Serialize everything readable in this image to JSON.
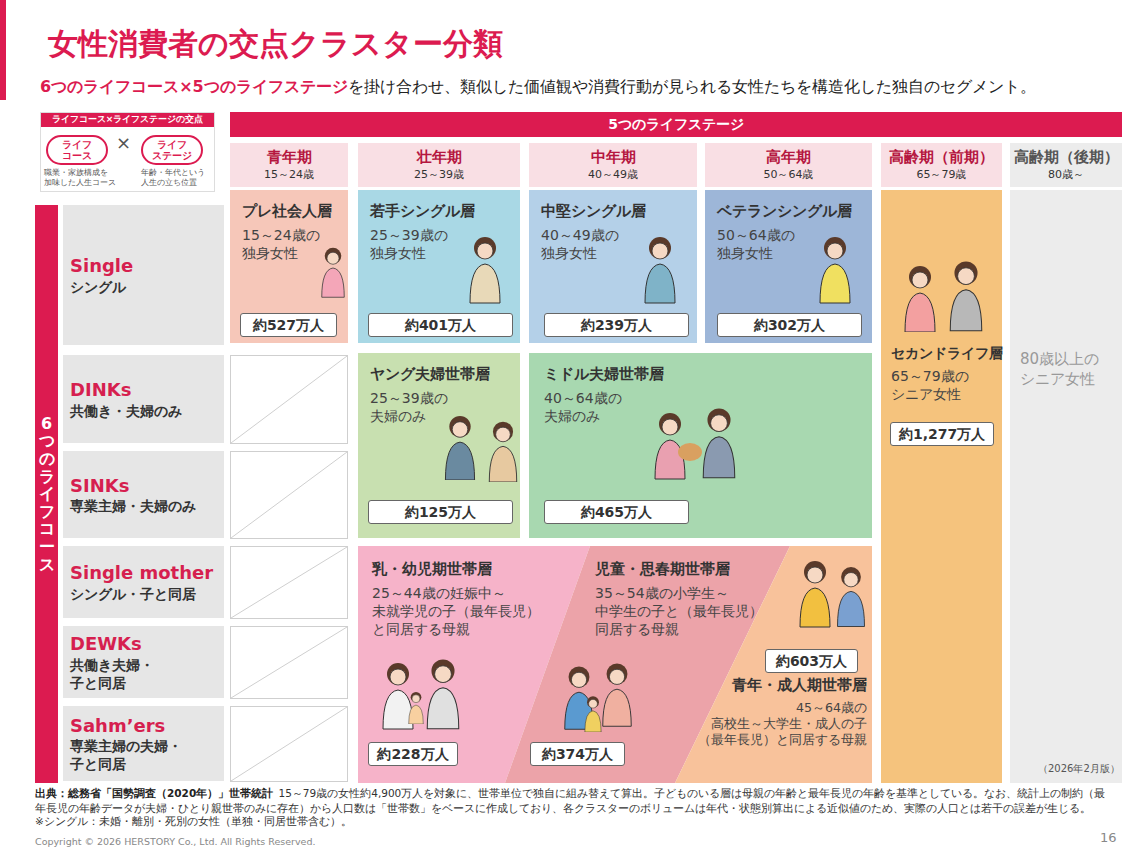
{
  "diagram": {
    "title": "女性消費者の交点クラスター分類",
    "nodes": [
      {
        "text": [
          "ライフコース×ライフステージの交点"
        ]
      },
      {
        "text": [
          "ライフ コース",
          "職業・家族構成を 加味した人生コース"
        ],
        "in": 0
      },
      {
        "text": [
          "ライフ ステージ",
          "年齢・年代という 人生の立ち位置"
        ],
        "in": 0
      },
      {
        "text": [
          "5つのライフステージ"
        ]
      },
      {
        "text": [
          "青年期",
          "15～24歳"
        ]
      },
      {
        "text": [
          "壮年期",
          "25～39歳"
        ]
      },
      {
        "text": [
          "中年期",
          "40～49歳"
        ]
      },
      {
        "text": [
          "高年期",
          "50～64歳"
        ]
      },
      {
        "text": [
          "高齢期（前期）",
          "65～79歳"
        ]
      },
      {
        "text": [
          "高齢期（後期）",
          "80歳～"
        ]
      },
      {
        "text": [
          "6つのライフコース"
        ]
      },
      {
        "text": [
          "Single",
          "シングル"
        ]
      },
      {
        "text": [
          "DINKs",
          "共働き・夫婦のみ"
        ]
      },
      {
        "text": [
          "SINKs",
          "専業主婦・夫婦のみ"
        ]
      },
      {
        "text": [
          "Single mother",
          "シングル・子と同居"
        ]
      },
      {
        "text": [
          "DEWKs",
          "共働き夫婦・ 子と同居"
        ]
      },
      {
        "text": [
          "Sahm’ers",
          "専業主婦の夫婦・ 子と同居"
        ]
      },
      {
        "text": [
          "プレ社会人層",
          "15～24歳の 独身女性"
        ]
      },
      {
        "text": [
          "約527万人"
        ],
        "in": 17
      },
      {
        "text": [
          "若手シングル層",
          "25～39歳の 独身女性"
        ]
      },
      {
        "text": [
          "約401万人"
        ],
        "in": 19
      },
      {
        "text": [
          "中堅シングル層",
          "40～49歳の 独身女性"
        ]
      },
      {
        "text": [
          "約239万人"
        ],
        "in": 21
      },
      {
        "text": [
          "ベテランシングル層",
          "50～64歳の 独身女性"
        ]
      },
      {
        "text": [
          "約302万人"
        ],
        "in": 23
      },
      {
        "text": [
          "セカンドライフ層",
          "65～79歳の シニア女性"
        ]
      },
      {
        "text": [
          "約1,277万人"
        ],
        "in": 25
      },
      {
        "text": [
          "80歳以上の シニア女性"
        ]
      },
      {
        "text": [
          "ヤング夫婦世帯層",
          "25～39歳の 夫婦のみ"
        ]
      },
      {
        "text": [
          "約125万人"
        ],
        "in": 28
      },
      {
        "text": [
          "ミドル夫婦世帯層",
          "40～64歳の 夫婦のみ"
        ]
      },
      {
        "text": [
          "約465万人"
        ],
        "in": 30
      },
      {
        "text": [
          "乳・幼児期世帯層",
          "25～44歳の妊娠中～ 未就学児の子（最年長児） と同居する母親"
        ]
      },
      {
        "text": [
          "約228万人"
        ],
        "in": 32
      },
      {
        "text": [
          "児童・思春期世帯層",
          "35～54歳の小学生～ 中学生の子と（最年長児） 同居する母親"
        ]
      },
      {
        "text": [
          "約374万人"
        ],
        "in": 34
      },
      {
        "text": [
          "青年・成人期世帯層",
          "45～64歳の 高校生～大学生・成人の子 （最年長児）と同居する母親"
        ]
      },
      {
        "text": [
          "約603万人"
        ],
        "in": 36
      }
    ],
    "labels": [
      "6つのライフコース×5つのライフステージ",
      "を掛け合わせ、類似した価値観や消費行動が見られる女性たちを構造化した独自のセグメント。",
      "×",
      "（2026年2月版）",
      "出典：総務省「国勢調査（2020年）」世帯統計",
      "15～79歳の女性約4,900万人を対象に、世帯単位で独自に組み替えて算出。子どものいる層は母親の年齢と最年長児の年齢を基準としている。なお、統計上の制約（最年長児の年齢データが夫婦・ひとり親世帯のみに存在）から人口数は「世帯数」をベースに作成しており、各クラスターのボリュームは年代・状態別算出による近似値のため、実際の人口とは若干の誤差が生じる。",
      "※シングル：未婚・離別・死別の女性（単独・同居世帯含む）。",
      "Copyright © 2026 HERSTORY Co., Ltd. All Rights Reserved.",
      "16"
    ]
  }
}
